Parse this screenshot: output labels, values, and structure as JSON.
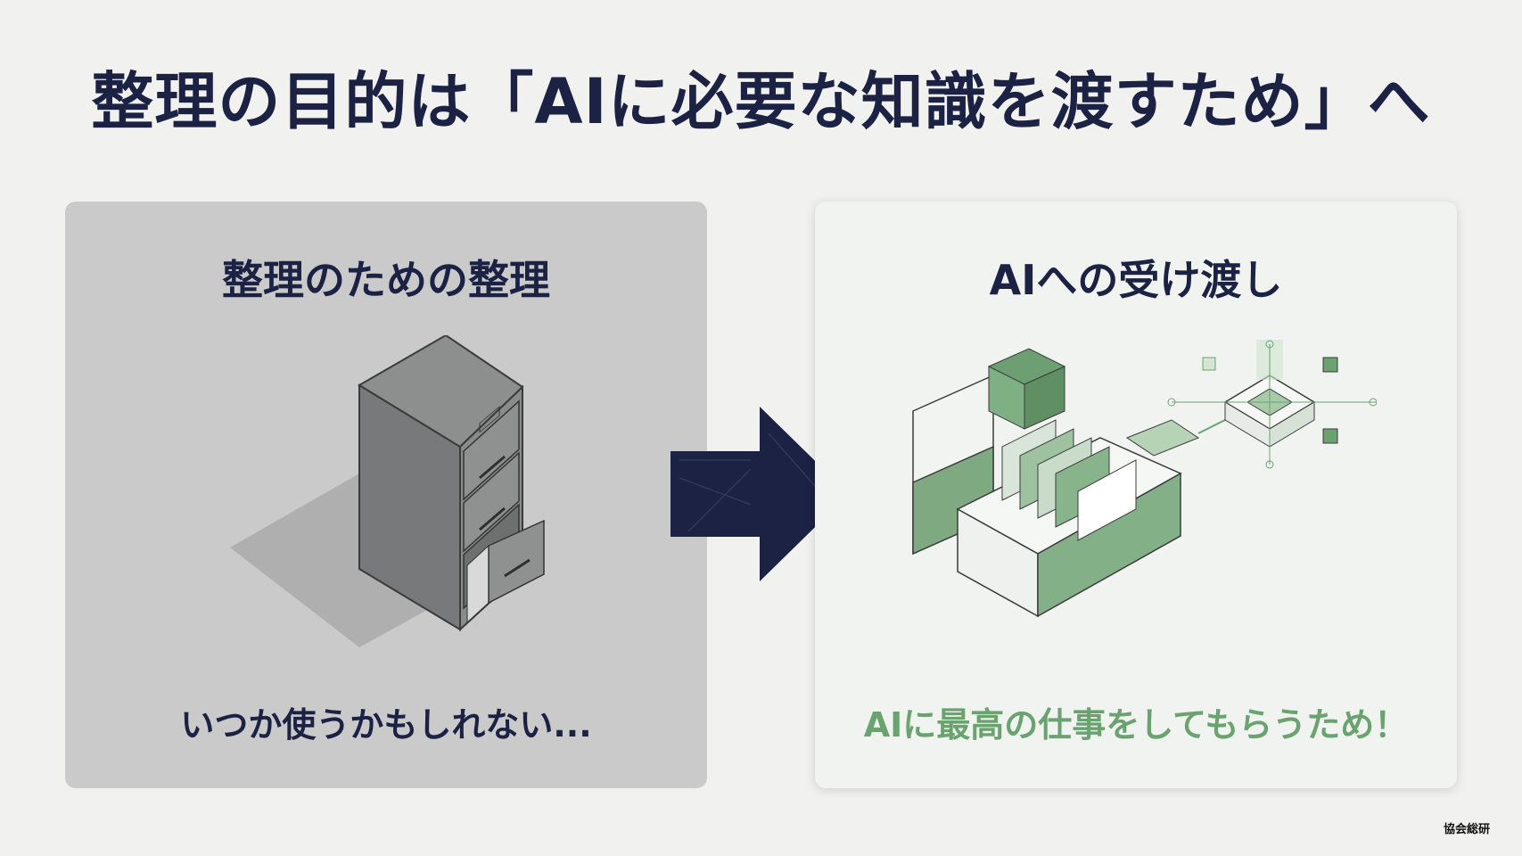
{
  "slide": {
    "title": "整理の目的は「AIに必要な知識を渡すため」へ"
  },
  "left_panel": {
    "heading": "整理のための整理",
    "caption": "いつか使うかもしれない...",
    "illustration_icon": "filing-cabinet-icon"
  },
  "right_panel": {
    "heading": "AIへの受け渡し",
    "caption": "AIに最高の仕事をしてもらうため！",
    "illustration_icon": "organized-data-to-chip-icon"
  },
  "transition_icon": "right-arrow-icon",
  "footer": {
    "logo_text": "協会総研"
  },
  "colors": {
    "title_navy": "#1b2244",
    "accent_green": "#6aa370",
    "left_panel_bg": "#cacaca",
    "right_panel_bg": "#f1f3f0"
  }
}
